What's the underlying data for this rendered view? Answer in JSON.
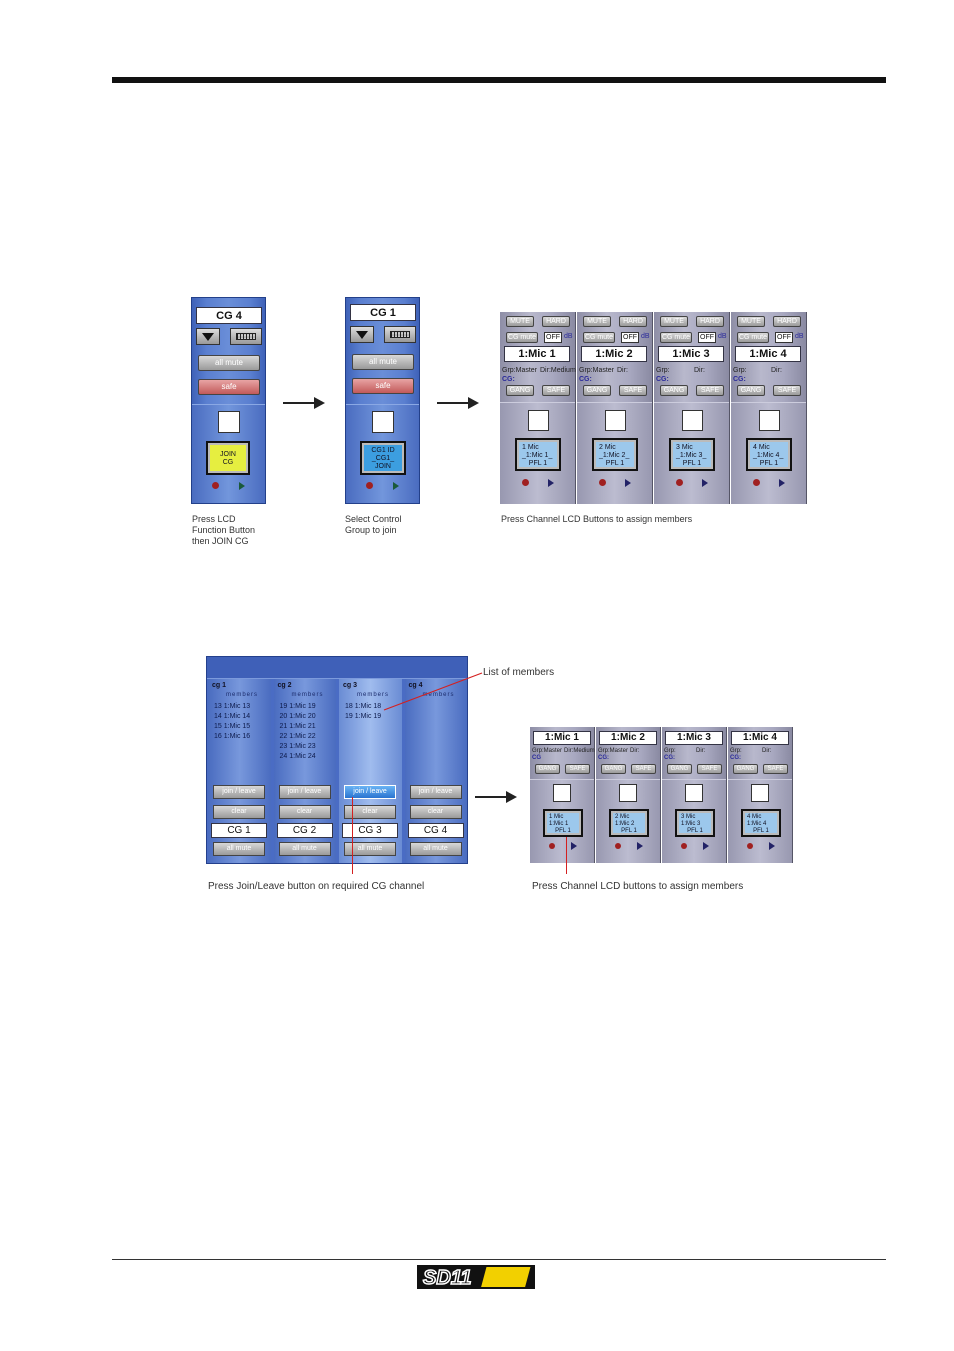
{
  "logo": {
    "text": "SD11"
  },
  "figure1": {
    "panel1": {
      "name": "CG 4",
      "all_mute": "all mute",
      "safe": "safe",
      "lcd_lines": [
        "JOIN",
        "CG"
      ],
      "caption": "Press LCD\nFunction Button\nthen JOIN CG"
    },
    "panel2": {
      "name": "CG 1",
      "all_mute": "all mute",
      "safe": "safe",
      "lcd_lines": [
        "CG1 ID",
        "_CG1_",
        "JOIN"
      ],
      "caption": "Select Control\nGroup to join"
    },
    "channels": [
      {
        "mute": "MUTE",
        "hard": "HARD",
        "cg_mute": "CG mute",
        "off": "OFF",
        "db": "dB",
        "name": "1:Mic 1",
        "grp": "Grp:Master",
        "dir": "Dir:Medium",
        "cg": "CG:",
        "gang": "GANG",
        "safe": "SAFE",
        "lcd_lines": [
          "1 Mic",
          "_1:Mic 1_",
          "PFL 1"
        ]
      },
      {
        "mute": "MUTE",
        "hard": "HARD",
        "cg_mute": "CG mute",
        "off": "OFF",
        "db": "dB",
        "name": "1:Mic 2",
        "grp": "Grp:Master",
        "dir": "Dir:",
        "cg": "CG:",
        "gang": "GANG",
        "safe": "SAFE",
        "lcd_lines": [
          "2 Mic",
          "_1:Mic 2_",
          "PFL 1"
        ]
      },
      {
        "mute": "MUTE",
        "hard": "HARD",
        "cg_mute": "CG mute",
        "off": "OFF",
        "db": "dB",
        "name": "1:Mic 3",
        "grp": "Grp:",
        "dir": "Dir:",
        "cg": "CG:",
        "gang": "GANG",
        "safe": "SAFE",
        "lcd_lines": [
          "3 Mic",
          "_1:Mic 3_",
          "PFL 1"
        ]
      },
      {
        "mute": "MUTE",
        "hard": "HARD",
        "cg_mute": "CG mute",
        "off": "OFF",
        "db": "dB",
        "name": "1:Mic 4",
        "grp": "Grp:",
        "dir": "Dir:",
        "cg": "CG:",
        "gang": "GANG",
        "safe": "SAFE",
        "lcd_lines": [
          "4 Mic",
          "_1:Mic 4_",
          "PFL 1"
        ]
      }
    ],
    "caption": "Press Channel LCD Buttons to assign members"
  },
  "figure2": {
    "cg_columns": [
      {
        "title": "cg 1",
        "sub": "members",
        "members": [
          "13 1:Mic 13",
          "14 1:Mic 14",
          "15 1:Mic 15",
          "16 1:Mic 16"
        ],
        "join": "join / leave",
        "clear": "clear",
        "name": "CG 1",
        "all_mute": "all mute"
      },
      {
        "title": "cg 2",
        "sub": "members",
        "members": [
          "19 1:Mic 19",
          "20 1:Mic 20",
          "21 1:Mic 21",
          "22 1:Mic 22",
          "23 1:Mic 23",
          "24 1:Mic 24"
        ],
        "join": "join / leave",
        "clear": "clear",
        "name": "CG 2",
        "all_mute": "all mute"
      },
      {
        "title": "cg 3",
        "sub": "members",
        "members": [
          "18 1:Mic 18",
          "19 1:Mic 19"
        ],
        "join": "join / leave",
        "clear": "clear",
        "name": "CG 3",
        "all_mute": "all mute"
      },
      {
        "title": "cg 4",
        "sub": "members",
        "members": [],
        "join": "join / leave",
        "clear": "clear",
        "name": "CG 4",
        "all_mute": "all mute"
      }
    ],
    "channels": [
      {
        "name": "1:Mic 1",
        "grp": "Grp:Master",
        "dir": "Dir:Medium",
        "cg": "CG",
        "gang": "GANG",
        "safe": "SAFE",
        "lcd_lines": [
          "1 Mic",
          "1:Mic 1",
          "PFL 1"
        ]
      },
      {
        "name": "1:Mic 2",
        "grp": "Grp:Master",
        "dir": "Dir:",
        "cg": "CG:",
        "gang": "GANG",
        "safe": "SAFE",
        "lcd_lines": [
          "2 Mic",
          "1:Mic 2",
          "PFL 1"
        ]
      },
      {
        "name": "1:Mic 3",
        "grp": "Grp:",
        "dir": "Dir:",
        "cg": "CG:",
        "gang": "GANG",
        "safe": "SAFE",
        "lcd_lines": [
          "3 Mic",
          "1:Mic 3",
          "PFL 1"
        ]
      },
      {
        "name": "1:Mic 4",
        "grp": "Grp:",
        "dir": "Dir:",
        "cg": "CG:",
        "gang": "GANG",
        "safe": "SAFE",
        "lcd_lines": [
          "4 Mic",
          "1:Mic 4",
          "PFL 1"
        ]
      }
    ],
    "label_members": "List of members",
    "caption_left": "Press Join/Leave button on required CG channel",
    "caption_right": "Press Channel LCD buttons to assign members"
  }
}
